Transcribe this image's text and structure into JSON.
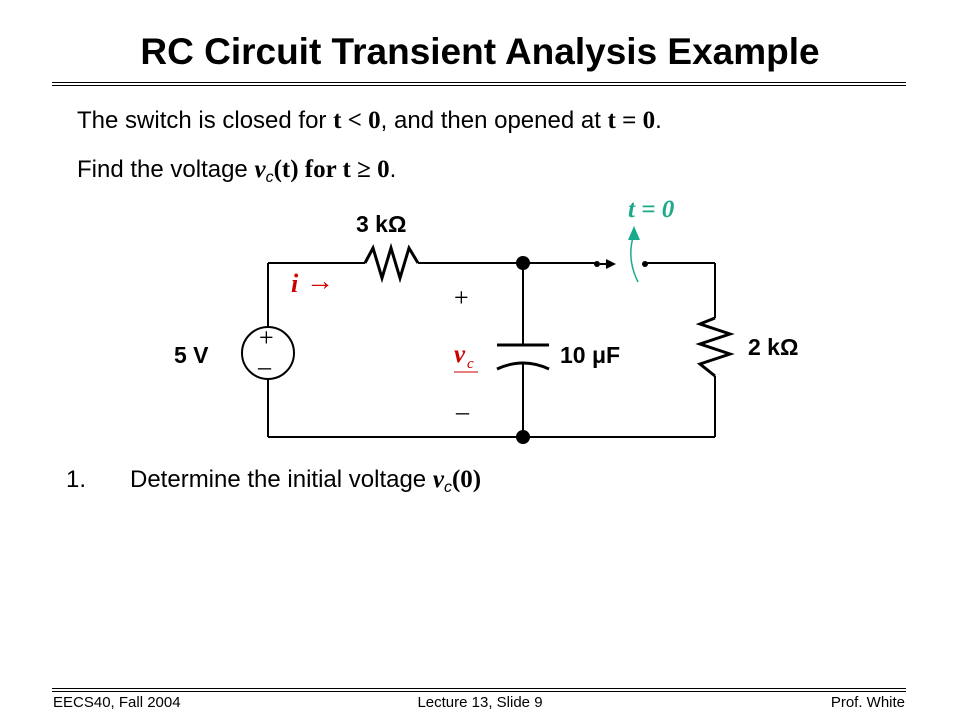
{
  "slide": {
    "title": "RC Circuit Transient Analysis Example",
    "line1": {
      "a": "The switch is closed for ",
      "cond1": "t < 0",
      "b": ", and then opened at ",
      "cond2": "t = 0",
      "c": "."
    },
    "line2": {
      "a": "Find the voltage ",
      "v": "v",
      "sub": "c",
      "arg": "(t)",
      "cond": " for t ≥ 0",
      "end": "."
    }
  },
  "circuit": {
    "source_label": "5 V",
    "source_plus": "+",
    "source_minus": "–",
    "resistor1_label": "3 kΩ",
    "resistor2_label": "2 kΩ",
    "capacitor_label": "10 μF",
    "current_label": "i",
    "current_arrow": "→",
    "vc_plus": "+",
    "vc_minus": "–",
    "vc_label_v": "v",
    "vc_label_sub": "c",
    "switch_label": "t = 0",
    "switch_color": "#1aa98b"
  },
  "steps": [
    {
      "num": "1.",
      "text": "Determine the initial voltage ",
      "v": "v",
      "sub": "c",
      "arg": "(0)"
    }
  ],
  "footer": {
    "left": "EECS40, Fall 2004",
    "center": "Lecture 13, Slide 9",
    "right": "Prof. White"
  }
}
